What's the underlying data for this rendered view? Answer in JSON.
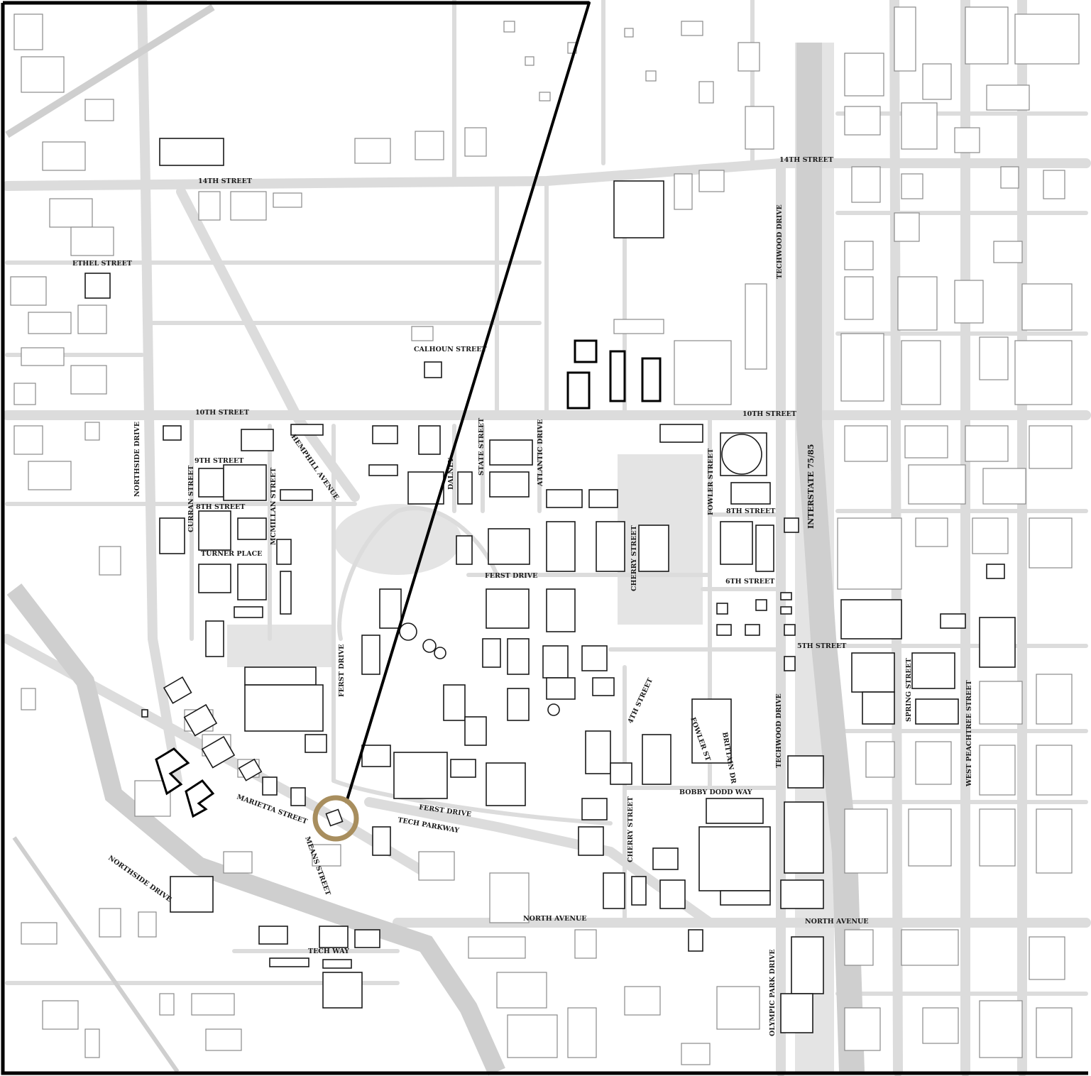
{
  "map": {
    "marker_color": "#A88E5E",
    "road_color": "#dcdcdc",
    "building_stroke": "#8a8a8a",
    "frame_color": "#000000"
  },
  "streets": {
    "s14th_left": "14TH STREET",
    "s14th_right": "14TH STREET",
    "ethel": "ETHEL STREET",
    "calhoun": "CALHOUN STREET",
    "s10th_left": "10TH STREET",
    "s10th_right": "10TH STREET",
    "northside_left": "NORTHSIDE DRIVE",
    "hemphill": "HEMPHILL AVENUE",
    "s9th": "9TH STREET",
    "curran": "CURRAN STREET",
    "s8th_left": "8TH STREET",
    "mcmillan": "MCMILLAN STREET",
    "turner": "TURNER PLACE",
    "dalney": "DALNEY",
    "state": "STATE STREET",
    "atlantic": "ATLANTIC DRIVE",
    "ferst_top": "FERST DRIVE",
    "cherry_top": "CHERRY STREET",
    "fowler_top": "FOWLER STREET",
    "s8th_right": "8TH STREET",
    "s6th": "6TH STREET",
    "s5th": "5TH STREET",
    "techwood_top": "TECHWOOD DRIVE",
    "interstate": "INTERSTATE 75/85",
    "ferst_left": "FERST DRIVE",
    "s4th": "4TH STREET",
    "fowler_st": "FOWLER ST",
    "brittain": "BRITTAIN DR",
    "techwood_mid": "TECHWOOD DRIVE",
    "spring": "SPRING STREET",
    "west_peachtree": "WEST PEACHTREE STREET",
    "bobby_dodd": "BOBBY DODD WAY",
    "marietta": "MARIETTA STREET",
    "ferst_bottom": "FERST DRIVE",
    "tech_parkway": "TECH PARKWAY",
    "means": "MEANS STREET",
    "cherry_bottom": "CHERRY STREET",
    "northside_bottom": "NORTHSIDE DRIVE",
    "north_ave_left": "NORTH AVENUE",
    "north_ave_right": "NORTH AVENUE",
    "tech_way": "TECH WAY",
    "olympic_park": "OLYMPIC PARK DRIVE"
  }
}
